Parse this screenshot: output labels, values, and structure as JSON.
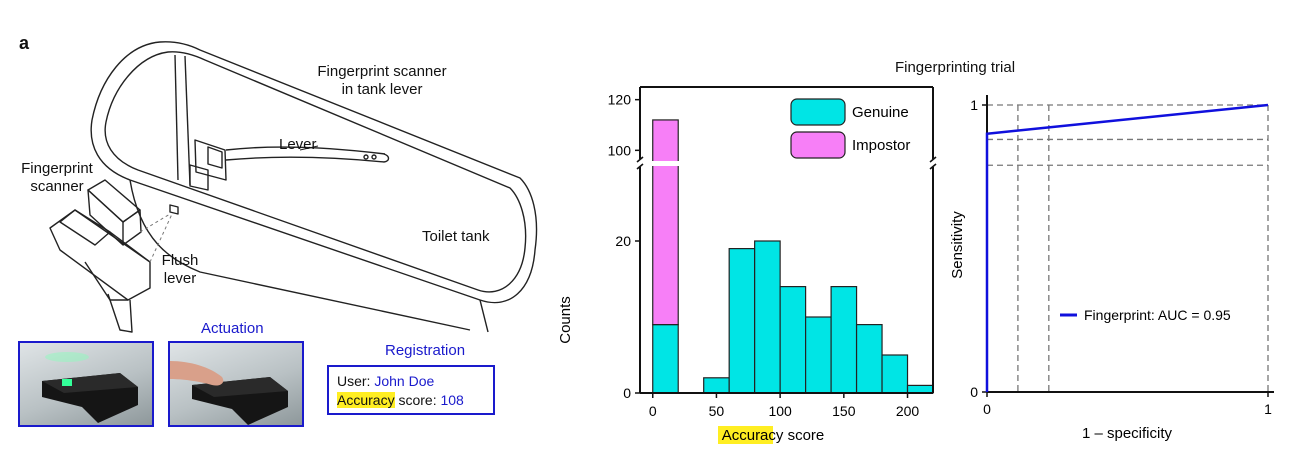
{
  "panel_label": "a",
  "diagram": {
    "labels": {
      "scanner_in_lever": [
        "Fingerprint scanner",
        "in tank lever"
      ],
      "lever": "Lever",
      "fingerprint_scanner": [
        "Fingerprint",
        "scanner"
      ],
      "flush_lever": [
        "Flush",
        "lever"
      ],
      "toilet_tank": "Toilet tank"
    }
  },
  "photos": {
    "actuation_label": "Actuation"
  },
  "registration": {
    "title": "Registration",
    "user_label": "User:",
    "user_value": "John Doe",
    "accuracy_word": "Accuracy",
    "score_label": "score:",
    "score_value": "108"
  },
  "figure_title": "Fingerprinting trial",
  "chart_data": [
    {
      "type": "bar",
      "title": "",
      "xlabel_highlight": "Accuracy",
      "xlabel_rest": "score",
      "ylabel": "Counts",
      "xlim": [
        -10,
        220
      ],
      "xticks": [
        0,
        50,
        100,
        150,
        200
      ],
      "y_axis_break": true,
      "ylim_lower": [
        0,
        30
      ],
      "ylim_upper": [
        95,
        125
      ],
      "yticks": [
        0,
        20,
        100,
        120
      ],
      "bin_width": 20,
      "legend_position": "top-right",
      "colors": {
        "Genuine": "#00e5e5",
        "Impostor": "#f77ff7"
      },
      "series": [
        {
          "name": "Genuine",
          "bins": [
            {
              "x0": 0,
              "count": 9
            },
            {
              "x0": 20,
              "count": 0
            },
            {
              "x0": 40,
              "count": 2
            },
            {
              "x0": 60,
              "count": 19
            },
            {
              "x0": 80,
              "count": 20
            },
            {
              "x0": 100,
              "count": 14
            },
            {
              "x0": 120,
              "count": 10
            },
            {
              "x0": 140,
              "count": 14
            },
            {
              "x0": 160,
              "count": 9
            },
            {
              "x0": 180,
              "count": 5
            },
            {
              "x0": 200,
              "count": 1
            }
          ]
        },
        {
          "name": "Impostor",
          "bins": [
            {
              "x0": 0,
              "count": 103
            }
          ]
        }
      ]
    },
    {
      "type": "line",
      "title": "",
      "xlabel": "1 – specificity",
      "ylabel": "Sensitivity",
      "xlim": [
        0,
        1
      ],
      "ylim": [
        0,
        1
      ],
      "xticks": [
        0,
        1
      ],
      "yticks": [
        0,
        1
      ],
      "grid": "dashed reference lines",
      "reference_x": [
        0.11,
        0.22,
        1
      ],
      "reference_y": [
        0.88,
        0.79,
        1
      ],
      "legend_position": "bottom-right",
      "series": [
        {
          "name": "Fingerprint: AUC = 0.95",
          "color": "#1010dd",
          "x": [
            0,
            0,
            1
          ],
          "y": [
            0,
            0.9,
            1
          ]
        }
      ]
    }
  ]
}
